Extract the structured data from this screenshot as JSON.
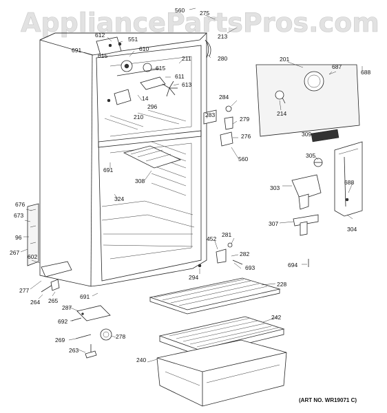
{
  "watermark": "AppliancePartsPros.com",
  "art_number": "(ART NO. WR19071 C)",
  "parts": {
    "p560a": "560",
    "p275": "275",
    "p213": "213",
    "p612": "612",
    "p551": "551",
    "p691a": "691",
    "p615a": "615",
    "p610": "610",
    "p280": "280",
    "p201": "201",
    "p687": "687",
    "p688a": "688",
    "p211": "211",
    "p615b": "615",
    "p611": "611",
    "p613": "613",
    "p14": "14",
    "p296": "296",
    "p210": "210",
    "p284": "284",
    "p283": "283",
    "p279": "279",
    "p276": "276",
    "p214": "214",
    "p560b": "560",
    "p309": "309",
    "p691b": "691",
    "p308": "308",
    "p305": "305",
    "p324": "324",
    "p303": "303",
    "p688b": "688",
    "p676": "676",
    "p673": "673",
    "p96": "96",
    "p267": "267",
    "p307": "307",
    "p304": "304",
    "p452": "452",
    "p281": "281",
    "p282": "282",
    "p602": "602",
    "p693": "693",
    "p694": "694",
    "p294": "294",
    "p228": "228",
    "p277": "277",
    "p264": "264",
    "p265": "265",
    "p691c": "691",
    "p287": "287",
    "p692": "692",
    "p242": "242",
    "p269": "269",
    "p278": "278",
    "p263": "263",
    "p240": "240"
  }
}
